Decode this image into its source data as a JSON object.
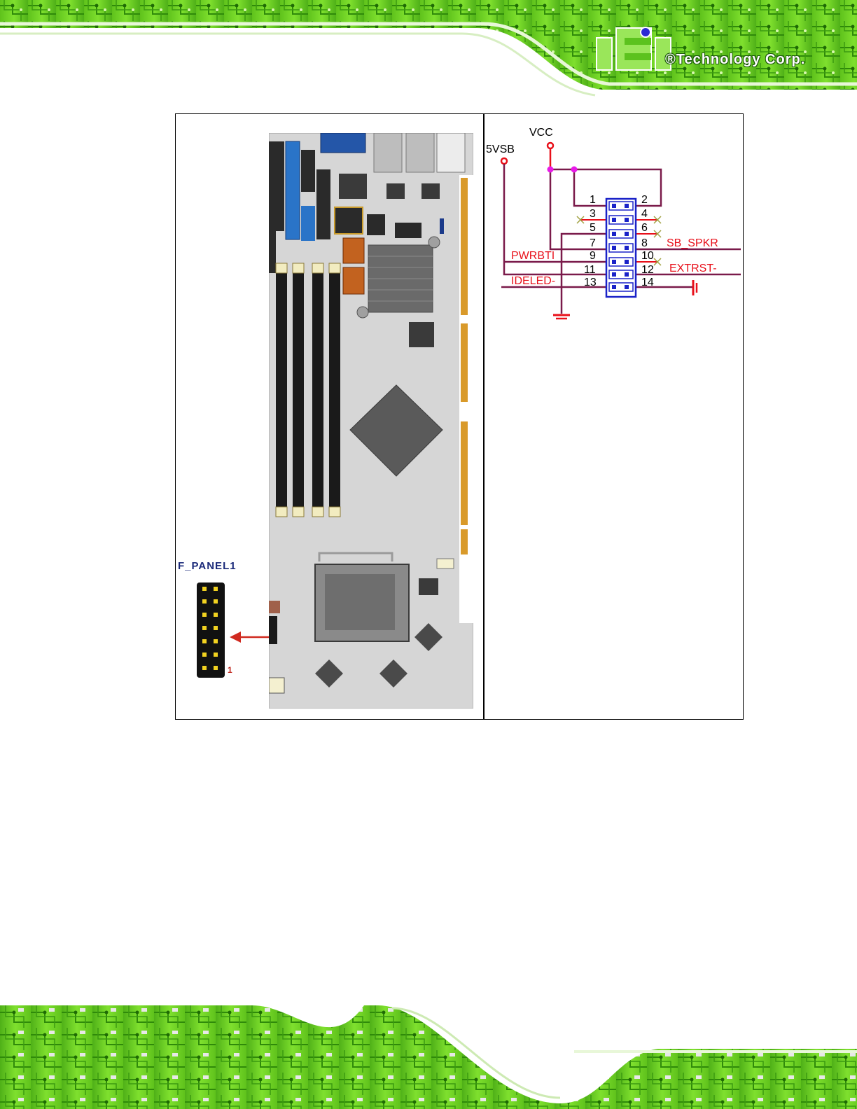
{
  "header": {
    "logo_mark": "iEi",
    "logo_text": "®Technology Corp."
  },
  "figure": {
    "connector_label": "F_PANEL1",
    "pin1_label": "1",
    "schematic": {
      "power_labels": [
        "5VSB",
        "VCC"
      ],
      "pins_left": [
        "1",
        "3",
        "5",
        "7",
        "9",
        "11",
        "13"
      ],
      "pins_right": [
        "2",
        "4",
        "6",
        "8",
        "10",
        "12",
        "14"
      ],
      "signals_left": [
        "PWRBTI",
        "IDELED-"
      ],
      "signals_right": [
        "SB_SPKR",
        "EXTRST-"
      ]
    }
  },
  "colors": {
    "banner_green": "#6fd626",
    "wire_red": "#e8101a",
    "wire_purple": "#7a1a4a",
    "connector_blue": "#1a22c8",
    "junction_magenta": "#e81ae8"
  }
}
